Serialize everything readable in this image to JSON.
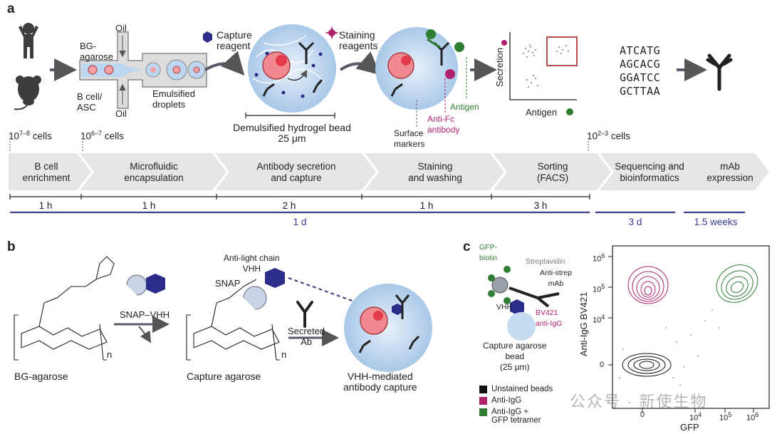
{
  "panels": {
    "a": "a",
    "b": "b",
    "c": "c"
  },
  "panel_a": {
    "cell_counts": {
      "start": "10",
      "start_exp": "7–8",
      "start_unit": "cells",
      "mid": "10",
      "mid_exp": "6–7",
      "mid_unit": "cells",
      "end": "10",
      "end_exp": "2–3",
      "end_unit": "cells"
    },
    "labels": {
      "bg_agarose": "BG-\nagarose",
      "oil_top": "Oil",
      "oil_bottom": "Oil",
      "bcell_asc": "B cell/\nASC",
      "emulsified": "Emulsified\ndroplets",
      "capture_reagent": "Capture\nreagent",
      "demulsified": "Demulsified hydrogel bead\n25 μm",
      "staining_reagents": "Staining\nreagents",
      "surface_markers": "Surface\nmarkers",
      "anti_fc": "Anti-Fc\nantibody",
      "antigen": "Antigen",
      "secretion_axis": "Secretion",
      "antigen_axis": "Antigen"
    },
    "sequences": [
      "ATCATG",
      "AGCACG",
      "GGATCC",
      "GCTTAA"
    ],
    "stages": [
      "B cell\nenrichment",
      "Microfluidic\nencapsulation",
      "Antibody secretion\nand capture",
      "Staining\nand washing",
      "Sorting\n(FACS)",
      "Sequencing and\nbioinformatics",
      "mAb\nexpression"
    ],
    "times": [
      "1 h",
      "1 h",
      "2 h",
      "1 h",
      "3 h"
    ],
    "durations": [
      "1 d",
      "3 d",
      "1.5 weeks"
    ],
    "colors": {
      "timeline": "#3b3b8f",
      "antigen": "#2e7d32",
      "anti_fc": "#b0226e",
      "capture": "#2c2c8a"
    }
  },
  "panel_b": {
    "bg_agarose": "BG-agarose",
    "capture_agarose": "Capture agarose",
    "snap_vhh": "SNAP–VHH",
    "snap": "SNAP",
    "anti_light": "Anti-light chain\nVHH",
    "secreted": "Secreted\nAb",
    "vhh_capture": "VHH-mediated\nantibody capture",
    "n1": "n",
    "n2": "n"
  },
  "panel_c": {
    "gfp_biotin": "GFP-\nbiotin",
    "streptavidin": "Streptavidin",
    "anti_strep": "Anti-strep\nmAb",
    "vhh": "VHH",
    "bv421": "BV421\nanti-IgG",
    "bead": "Capture agarose\nbead\n(25 μm)",
    "legend": [
      {
        "label": "Unstained beads",
        "color": "#111111"
      },
      {
        "label": "Anti-IgG",
        "color": "#b0226e"
      },
      {
        "label": "Anti-IgG +\nGFP tetramer",
        "color": "#2e7d32"
      }
    ],
    "yaxis": "Anti-IgG BV421",
    "xaxis": "GFP",
    "yticks": [
      "10",
      "10",
      "10",
      "0"
    ],
    "yexp": [
      "6",
      "5",
      "4",
      ""
    ],
    "xticks": [
      "0",
      "10",
      "10",
      "10"
    ],
    "xexp": [
      "",
      "4",
      "5",
      "6"
    ],
    "watermark": "公众号 · 新使生物"
  }
}
